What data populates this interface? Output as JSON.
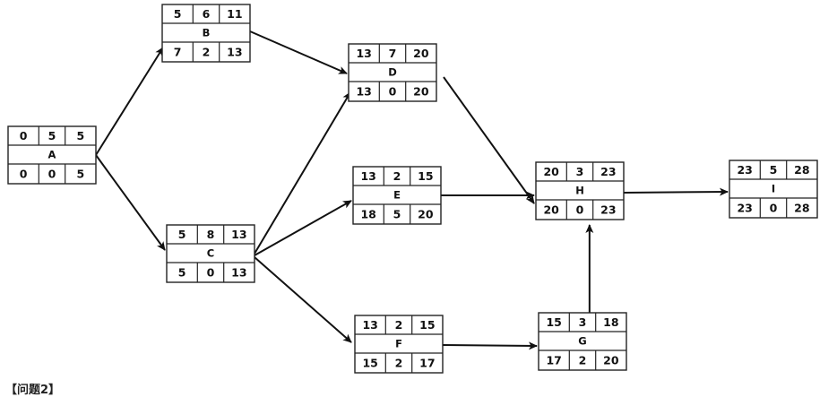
{
  "diagram": {
    "nodes": [
      {
        "id": "A",
        "top": [
          "0",
          "5",
          "5"
        ],
        "bottom": [
          "0",
          "0",
          "5"
        ]
      },
      {
        "id": "B",
        "top": [
          "5",
          "6",
          "11"
        ],
        "bottom": [
          "7",
          "2",
          "13"
        ]
      },
      {
        "id": "C",
        "top": [
          "5",
          "8",
          "13"
        ],
        "bottom": [
          "5",
          "0",
          "13"
        ]
      },
      {
        "id": "D",
        "top": [
          "13",
          "7",
          "20"
        ],
        "bottom": [
          "13",
          "0",
          "20"
        ]
      },
      {
        "id": "E",
        "top": [
          "13",
          "2",
          "15"
        ],
        "bottom": [
          "18",
          "5",
          "20"
        ]
      },
      {
        "id": "F",
        "top": [
          "13",
          "2",
          "15"
        ],
        "bottom": [
          "15",
          "2",
          "17"
        ]
      },
      {
        "id": "G",
        "top": [
          "15",
          "3",
          "18"
        ],
        "bottom": [
          "17",
          "2",
          "20"
        ]
      },
      {
        "id": "H",
        "top": [
          "20",
          "3",
          "23"
        ],
        "bottom": [
          "20",
          "0",
          "23"
        ]
      },
      {
        "id": "I",
        "top": [
          "23",
          "5",
          "28"
        ],
        "bottom": [
          "23",
          "0",
          "28"
        ]
      }
    ],
    "edges": [
      [
        "A",
        "B"
      ],
      [
        "A",
        "C"
      ],
      [
        "B",
        "D"
      ],
      [
        "C",
        "D"
      ],
      [
        "C",
        "E"
      ],
      [
        "C",
        "F"
      ],
      [
        "D",
        "H"
      ],
      [
        "E",
        "H"
      ],
      [
        "F",
        "G"
      ],
      [
        "G",
        "H"
      ],
      [
        "H",
        "I"
      ]
    ]
  },
  "footer": {
    "text": "【问题2】"
  }
}
